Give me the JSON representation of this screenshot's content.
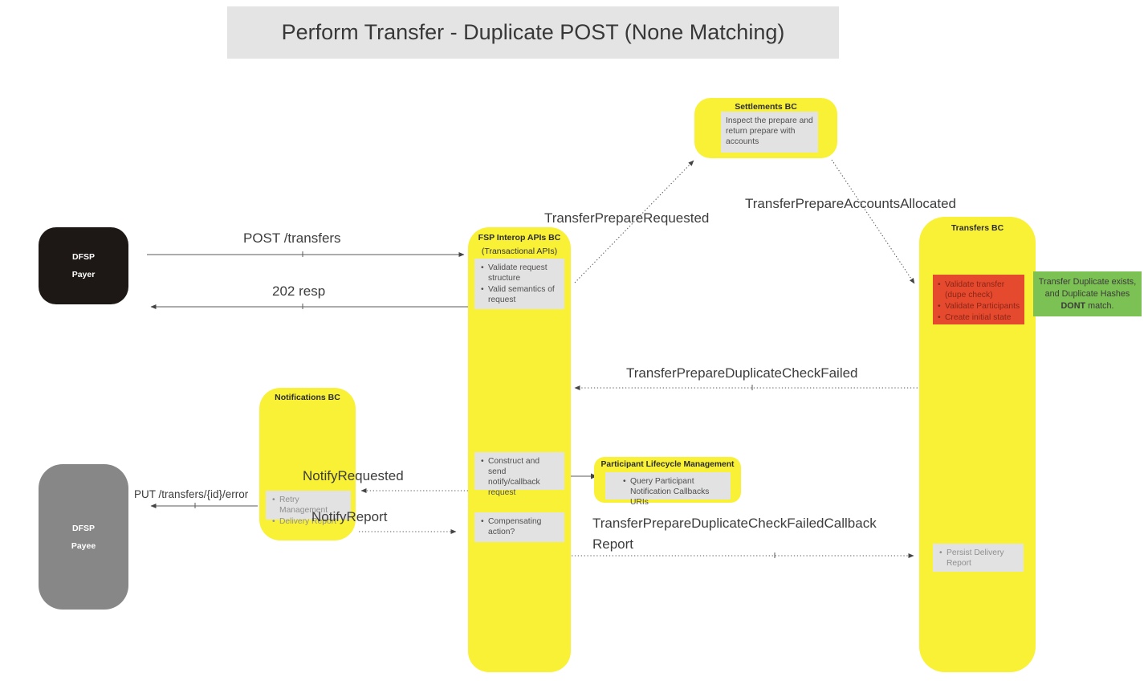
{
  "title": "Perform Transfer - Duplicate POST (None Matching)",
  "actors": {
    "payer": {
      "line1": "DFSP",
      "line2": "Payer"
    },
    "payee": {
      "line1": "DFSP",
      "line2": "Payee"
    }
  },
  "containers": {
    "fsp_interop": {
      "title": "FSP Interop APIs BC",
      "subtitle": "(Transactional APIs)",
      "box1": {
        "items": [
          "Validate request structure",
          "Valid semantics of request"
        ]
      },
      "box2": {
        "items": [
          "Construct and send notify/callback request"
        ]
      },
      "box3": {
        "items": [
          "Compensating action?"
        ]
      }
    },
    "settlements": {
      "title": "Settlements BC",
      "note": "Inspect the prepare and return prepare with accounts"
    },
    "notifications": {
      "title": "Notifications BC",
      "box": {
        "items": [
          "Retry Management",
          "Delivery Report"
        ]
      }
    },
    "transfers": {
      "title": "Transfers BC",
      "red_box": {
        "items": [
          "Validate transfer (dupe check)",
          "Validate Participants",
          "Create initial state"
        ]
      },
      "persist_box": {
        "items": [
          "Persist Delivery Report"
        ]
      }
    },
    "participant_lifecycle": {
      "title": "Participant Lifecycle Management",
      "box": {
        "items": [
          "Query Participant Notification Callbacks URIs"
        ]
      }
    }
  },
  "annotations": {
    "duplicate_note": {
      "line1": "Transfer Duplicate exists,",
      "line2": "and Duplicate Hashes",
      "bold": "DONT",
      "rest": " match."
    }
  },
  "messages": {
    "post_transfers": "POST /transfers",
    "resp_202": "202 resp",
    "transfer_prepare_requested": "TransferPrepareRequested",
    "transfer_prepare_accounts_allocated": "TransferPrepareAccountsAllocated",
    "transfer_prepare_duplicate_check_failed": "TransferPrepareDuplicateCheckFailed",
    "notify_requested": "NotifyRequested",
    "notify_report": "NotifyReport",
    "put_transfers_error": "PUT /transfers/{id}/error",
    "duplicate_check_failed_callback": "TransferPrepareDuplicateCheckFailedCallback Report"
  },
  "colors": {
    "container_yellow": "#F9F136",
    "note_gray": "#E2E2E2",
    "error_red": "#E64A2E",
    "annotation_green": "#7CC153",
    "actor_black": "#1D1815",
    "actor_gray": "#878787",
    "banner_gray": "#E4E4E4"
  }
}
